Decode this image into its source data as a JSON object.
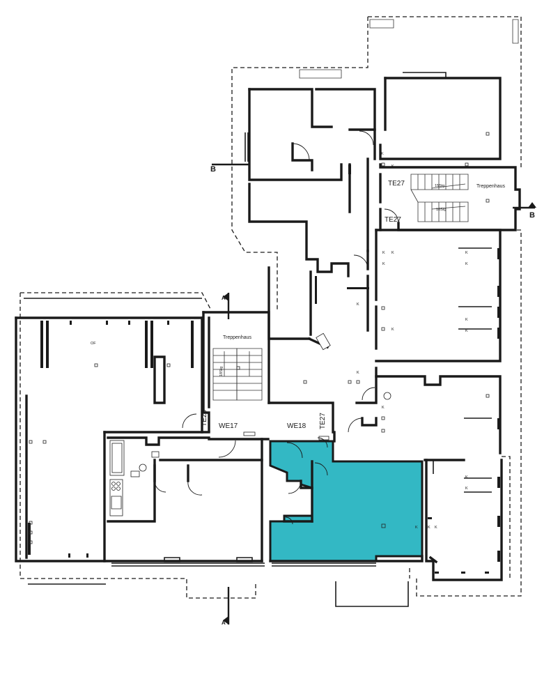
{
  "plan": {
    "labels": {
      "stair_left": "Treppenhaus",
      "stair_right": "Treppenhaus",
      "unit_we17": "WE17",
      "unit_we18": "WE18",
      "te26": "TE26",
      "te27_top": "TE27",
      "te27_mid": "TE27",
      "te27_bottom": "TE27",
      "section_b_left": "B",
      "section_b_right": "B",
      "section_a_top": "A",
      "section_a_bottom": "A",
      "steps_top": "15Stg",
      "steps_mid": "10Stg",
      "steps_left": "18Stg",
      "of_mark_left": "OF",
      "k": "K"
    },
    "colors": {
      "highlight": "#33b8c4",
      "walls": "#1a1a1a"
    }
  }
}
